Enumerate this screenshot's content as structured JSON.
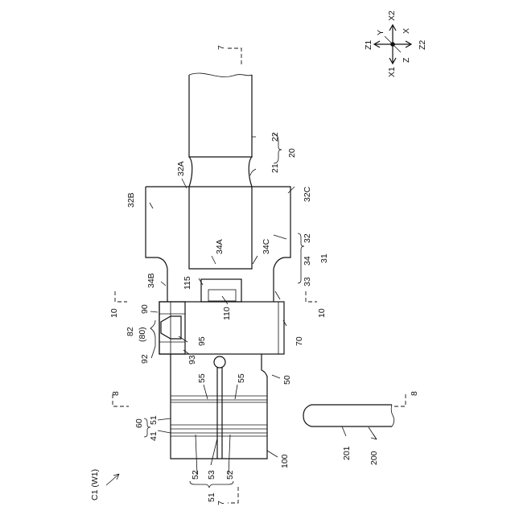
{
  "figure": {
    "caption": "C1 (W1)",
    "orientation_labels": {
      "y": "Y",
      "x": "X",
      "z": "Z",
      "x1": "X1",
      "x2": "X2",
      "z1": "Z1",
      "z2": "Z2"
    },
    "section_markers": {
      "s7_top": "7",
      "s7_bottom": "7",
      "s8_left": "8",
      "s8_right": "8",
      "s10_left": "10",
      "s10_right": "10"
    },
    "reference_numerals": {
      "n20": "20",
      "n21": "21",
      "n22": "22",
      "n31": "31",
      "n32": "32",
      "n32A": "32A",
      "n32B": "32B",
      "n32C": "32C",
      "n33": "33",
      "n34": "34",
      "n34A": "34A",
      "n34B": "34B",
      "n34C": "34C",
      "n41": "41",
      "n50": "50",
      "n51_top": "51",
      "n51_bottom": "51",
      "n52_left": "52",
      "n52_right": "52",
      "n53": "53",
      "n55_left": "55",
      "n55_right": "55",
      "n60": "60",
      "n70": "70",
      "n80": "(80)",
      "n82": "82",
      "n90": "90",
      "n92": "92",
      "n93": "93",
      "n95": "95",
      "n100": "100",
      "n110": "110",
      "n115": "115",
      "n200": "200",
      "n201": "201"
    }
  }
}
